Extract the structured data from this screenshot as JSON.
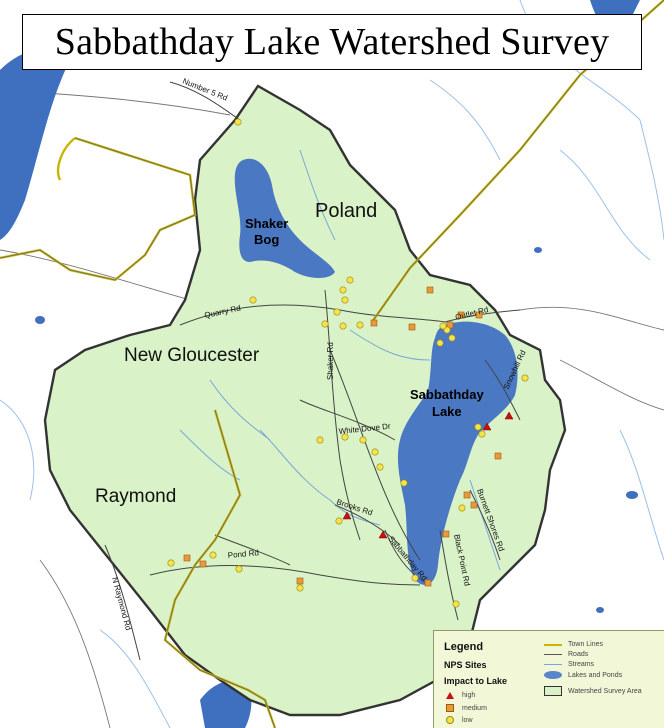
{
  "title": "Sabbathday Lake Watershed Survey",
  "towns": {
    "poland": "Poland",
    "new_gloucester": "New Gloucester",
    "raymond": "Raymond"
  },
  "water": {
    "shaker_bog_line1": "Shaker",
    "shaker_bog_line2": "Bog",
    "sabbathday_line1": "Sabbathday",
    "sabbathday_line2": "Lake"
  },
  "roads": {
    "number5": "Number 5 Rd",
    "quarry": "Quarry Rd",
    "outlet": "Outlet Rd",
    "shaker": "Shaker Rd",
    "white_dove": "White Dove Dr",
    "snowhill": "Snowhill Rd",
    "brooks": "Brooks Rd",
    "sabbathday_rd": "Sabbathday Rd",
    "black_point": "Black Point Rd",
    "burnett_shores": "Burnett Shores Rd",
    "pond": "Pond Rd",
    "n_raymond": "N Raymond Rd"
  },
  "legend": {
    "title": "Legend",
    "nps_sites": "NPS Sites",
    "impact": "Impact to Lake",
    "high": "high",
    "medium": "medium",
    "low": "low",
    "town_lines": "Town Lines",
    "roads": "Roads",
    "streams": "Streams",
    "lakes": "Lakes and Ponds",
    "watershed": "Watershed Survey Area"
  },
  "colors": {
    "watershed_fill": "#d9f2c8",
    "lake_fill": "#4a78c2",
    "town_line": "#c9b400",
    "road": "#444444",
    "stream": "#7aa7d8",
    "high": "#c81010",
    "medium": "#e89a3a",
    "low": "#f4e34a"
  }
}
